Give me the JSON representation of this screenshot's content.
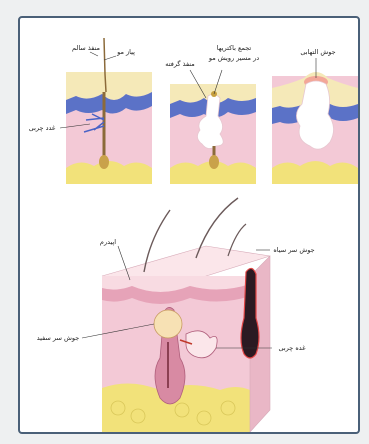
{
  "colors": {
    "frame_border": "#4a6078",
    "epidermis_blue": "#5b72c7",
    "dermis_pink": "#f3c9d6",
    "fat_yellow": "#f2e27a",
    "hair_brown": "#8b6a3a",
    "blackhead": "#2b1a22"
  },
  "top_labels": {
    "healthy_pore": "منفذ سالم",
    "hair_root": "پیاز مو",
    "sebaceous_gland": "غدد چربی",
    "blocked_pore": "منفذ گرفته",
    "bacteria_line1": "تجمع باکتریها",
    "bacteria_line2": "در مسیر رویش مو",
    "inflamed_acne": "جوش التهابی"
  },
  "bottom_labels": {
    "epidermis": "اپیدرم",
    "blackhead": "جوش سر سیاه",
    "whitehead": "جوش سر سفید",
    "sebaceous_gland": "غده چربی"
  }
}
